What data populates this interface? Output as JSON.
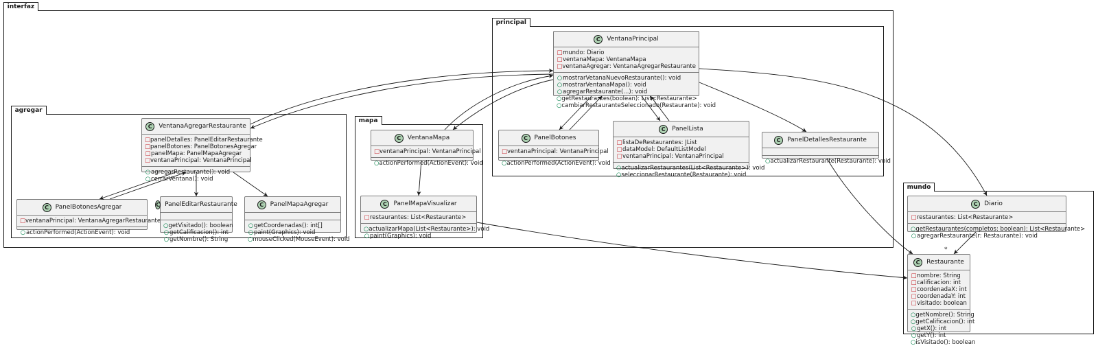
{
  "packages": {
    "interfaz": "interfaz",
    "principal": "principal",
    "agregar": "agregar",
    "mapa": "mapa",
    "mundo": "mundo"
  },
  "class_badge": "C",
  "classes": {
    "VentanaPrincipal": {
      "name": "VentanaPrincipal",
      "attributes": [
        "mundo: Diario",
        "ventanaMapa: VentanaMapa",
        "ventanaAgregar: VentanaAgregarRestaurante"
      ],
      "methods": [
        "mostrarVetanaNuevoRestaurante(): void",
        "mostrarVentanaMapa(): void",
        "agregarRestaurante(...): void",
        "getRestaurantes(boolean): List<Restaurante>",
        "cambiarRestauranteSeleccionado(Restaurante): void"
      ]
    },
    "PanelBotones": {
      "name": "PanelBotones",
      "attributes": [
        "ventanaPrincipal: VentanaPrincipal"
      ],
      "methods": [
        "actionPerformed(ActionEvent): void"
      ]
    },
    "PanelLista": {
      "name": "PanelLista",
      "attributes": [
        "listaDeRestaurantes: JList",
        "dataModel: DefaultListModel",
        "ventanaPrincipal: VentanaPrincipal"
      ],
      "methods": [
        "actualizarRestaurantes(List<Restaurante>): void",
        "seleccionarRestaurante(Restaurante): void"
      ]
    },
    "PanelDetallesRestaurante": {
      "name": "PanelDetallesRestaurante",
      "attributes": [],
      "methods": [
        "actualizarRestaurante(Restaurante): void"
      ]
    },
    "VentanaAgregarRestaurante": {
      "name": "VentanaAgregarRestaurante",
      "attributes": [
        "panelDetalles: PanelEditarRestaurante",
        "panelBotones: PanelBotonesAgregar",
        "panelMapa: PanelMapaAgregar",
        "ventanaPrincipal: VentanaPrincipal"
      ],
      "methods": [
        "agregarRestaurante(): void",
        "cerrarVentana(): void"
      ]
    },
    "PanelBotonesAgregar": {
      "name": "PanelBotonesAgregar",
      "attributes": [
        "ventanaPrincipal: VentanaAgregarRestaurante"
      ],
      "methods": [
        "actionPerformed(ActionEvent): void"
      ]
    },
    "PanelEditarRestaurante": {
      "name": "PanelEditarRestaurante",
      "attributes": [],
      "methods": [
        "getVisitado(): boolean",
        "getCalificacion(): int",
        "getNombre(): String"
      ]
    },
    "PanelMapaAgregar": {
      "name": "PanelMapaAgregar",
      "attributes": [],
      "methods": [
        "getCoordenadas(): int[]",
        "paint(Graphics): void",
        "mouseClicked(MouseEvent): void"
      ]
    },
    "VentanaMapa": {
      "name": "VentanaMapa",
      "attributes": [
        "ventanaPrincipal: VentanaPrincipal"
      ],
      "methods": [
        "actionPerformed(ActionEvent): void"
      ]
    },
    "PanelMapaVisualizar": {
      "name": "PanelMapaVisualizar",
      "attributes": [
        "restaurantes: List<Restaurante>"
      ],
      "methods": [
        "actualizarMapa(List<Restaurante>): void",
        "paint(Graphics): void"
      ]
    },
    "Diario": {
      "name": "Diario",
      "attributes": [
        "restaurantes: List<Restaurante>"
      ],
      "methods": [
        "getRestaurantes(completos: boolean): List<Restaurante>",
        "agregarRestaurante(r: Restaurante): void"
      ]
    },
    "Restaurante": {
      "name": "Restaurante",
      "attributes": [
        "nombre: String",
        "calificacion: int",
        "coordenadaX: int",
        "coordenadaY: int",
        "visitado: boolean"
      ],
      "methods": [
        "getNombre(): String",
        "getCalificacion(): int",
        "getX(): int",
        "getY(): int",
        "isVisitado(): boolean"
      ]
    }
  },
  "multiplicity": "*",
  "colors": {
    "badge": "#add1b2",
    "class_fill": "#f1f1f1",
    "line": "#181818",
    "private_marker": "#c82930",
    "public_marker": "#038048"
  }
}
